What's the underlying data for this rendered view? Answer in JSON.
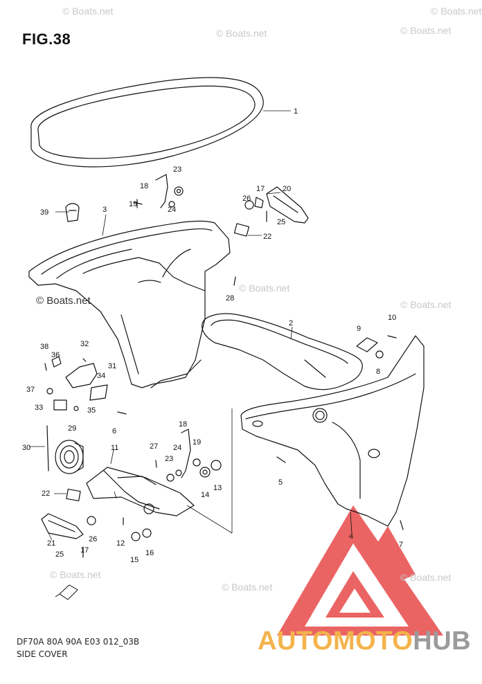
{
  "figure": {
    "title": "FIG.38",
    "model": "DF70A 80A 90A E03 012_03B",
    "caption": "SIDE COVER"
  },
  "watermarks": {
    "text": "© Boats.net"
  },
  "brand": {
    "part1": "AUTOMOTO",
    "part2": "HUB",
    "color_primary": "#f3b34c",
    "color_secondary": "#9b9b9b",
    "logo_color": "#e84a4a"
  },
  "callouts": [
    "1",
    "2",
    "3",
    "4",
    "5",
    "6",
    "7",
    "8",
    "9",
    "10",
    "11",
    "12",
    "13",
    "14",
    "15",
    "16",
    "17",
    "18",
    "19",
    "20",
    "21",
    "22",
    "23",
    "24",
    "25",
    "26",
    "27",
    "28",
    "29",
    "30",
    "31",
    "32",
    "33",
    "34",
    "35",
    "36",
    "37",
    "38",
    "39",
    "17",
    "18",
    "19",
    "22",
    "23",
    "24",
    "25",
    "26"
  ]
}
